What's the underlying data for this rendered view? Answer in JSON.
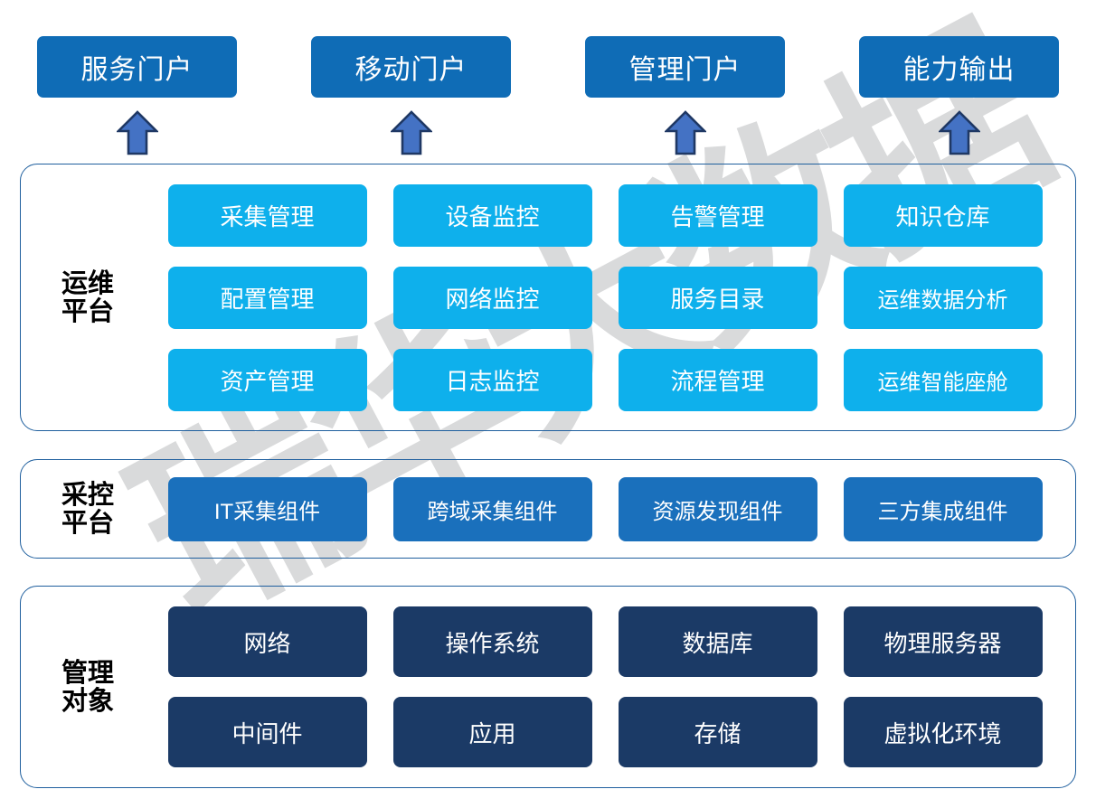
{
  "watermark": {
    "text": "瑞华大数据",
    "color": "#d9dadb"
  },
  "palette": {
    "portal": "#0f6cb6",
    "ops_tile": "#0eb0ec",
    "collect_tile": "#1a70bc",
    "object_tile": "#1b3a66",
    "card_border": "#1f5f9e",
    "arrow_fill": "#4472c4",
    "arrow_stroke": "#1f3864"
  },
  "portals": [
    {
      "label": "服务门户",
      "arrow": "up-arrow-icon"
    },
    {
      "label": "移动门户",
      "arrow": "up-arrow-icon"
    },
    {
      "label": "管理门户",
      "arrow": "up-arrow-icon"
    },
    {
      "label": "能力输出",
      "arrow": "up-arrow-icon"
    }
  ],
  "cards": [
    {
      "id": "ops",
      "label": "运维\n平台",
      "rows": [
        [
          "采集管理",
          "设备监控",
          "告警管理",
          "知识仓库"
        ],
        [
          "配置管理",
          "网络监控",
          "服务目录",
          "运维数据分析"
        ],
        [
          "资产管理",
          "日志监控",
          "流程管理",
          "运维智能座舱"
        ]
      ]
    },
    {
      "id": "collect",
      "label": "采控\n平台",
      "rows": [
        [
          "IT采集组件",
          "跨域采集组件",
          "资源发现组件",
          "三方集成组件"
        ]
      ]
    },
    {
      "id": "objects",
      "label": "管理\n对象",
      "rows": [
        [
          "网络",
          "操作系统",
          "数据库",
          "物理服务器"
        ],
        [
          "中间件",
          "应用",
          "存储",
          "虚拟化环境"
        ]
      ]
    }
  ]
}
